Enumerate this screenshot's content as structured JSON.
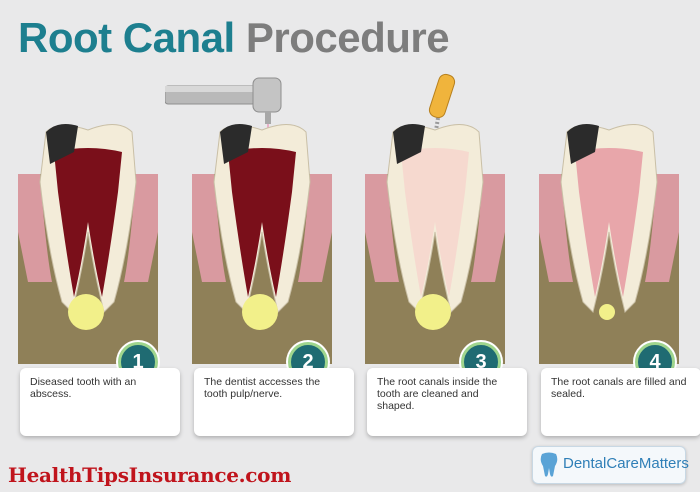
{
  "title": {
    "word1": "Root Canal",
    "word2": "Procedure"
  },
  "steps": [
    {
      "number": "1",
      "caption": "Diseased tooth with an abscess."
    },
    {
      "number": "2",
      "caption": "The dentist accesses the tooth pulp/nerve."
    },
    {
      "number": "3",
      "caption": "The root canals inside the tooth are cleaned and shaped."
    },
    {
      "number": "4",
      "caption": "The root canals are filled and sealed."
    }
  ],
  "footer": {
    "brand": "HealthTipsInsurance.com",
    "logo_text": "DentalCareMatters"
  },
  "colors": {
    "title_teal": "#1d7f8f",
    "title_gray": "#7d7d7d",
    "badge": "#1f6b72",
    "badge_ring": "#9fd58d",
    "brand_red": "#c0141c",
    "pulp": "#7a0f1a",
    "bone": "#8f8058",
    "gum": "#d99aa0",
    "abscess": "#f2f08a"
  }
}
